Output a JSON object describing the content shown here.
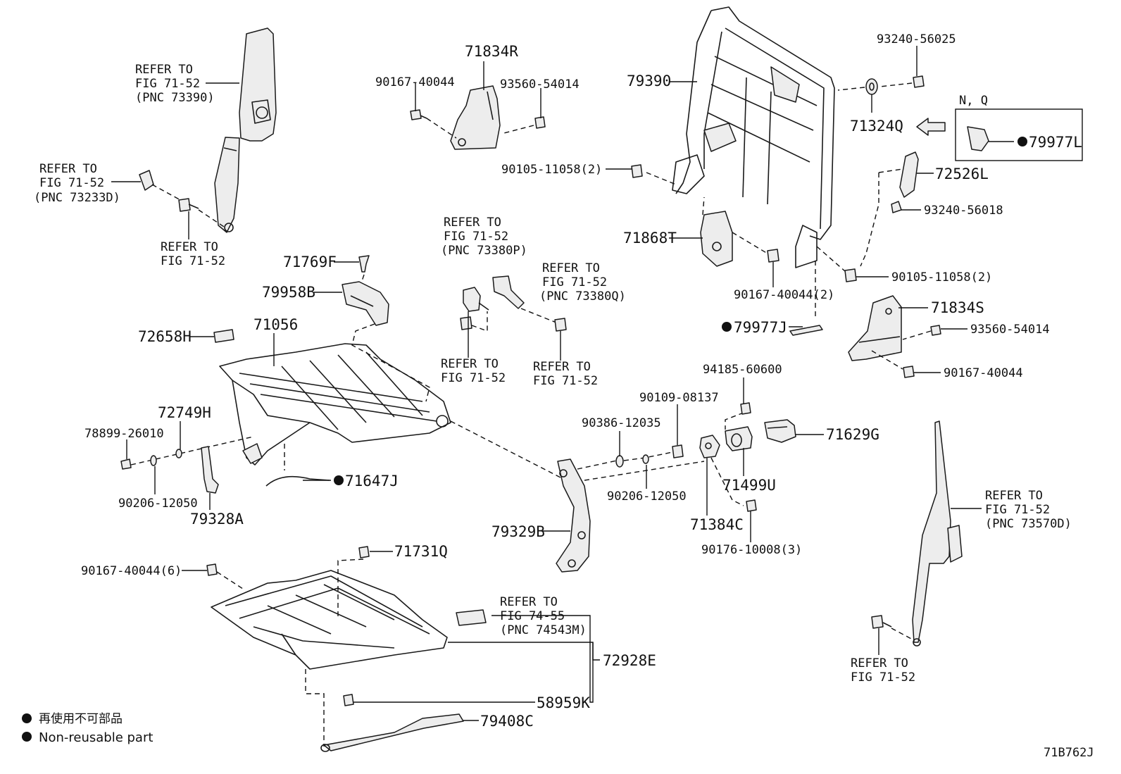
{
  "labels": {
    "refer_belt_top": [
      "REFER TO",
      "FIG 71-52",
      "(PNC 73390)"
    ],
    "refer_73233d": [
      "REFER TO",
      "FIG 71-52",
      "(PNC 73233D)"
    ],
    "refer_belt_bolt": [
      "REFER TO",
      "FIG 71-52"
    ],
    "refer_73380p": [
      "REFER TO",
      "FIG 71-52",
      "(PNC 73380P)"
    ],
    "refer_73380q": [
      "REFER TO",
      "FIG 71-52",
      "(PNC 73380Q)"
    ],
    "refer_buckle_bolt_l": [
      "REFER TO",
      "FIG 71-52"
    ],
    "refer_buckle_bolt_r": [
      "REFER TO",
      "FIG 71-52"
    ],
    "refer_74543m": [
      "REFER TO",
      "FIG 74-55",
      "(PNC 74543M)"
    ],
    "refer_73570d": [
      "REFER TO",
      "FIG 71-52",
      "(PNC 73570D)"
    ],
    "refer_right_bolt": [
      "REFER TO",
      "FIG 71-52"
    ],
    "nq_box_title": "N, Q",
    "p_71834R": "71834R",
    "p_90167_40044_a": "90167-40044",
    "p_93560_54014_a": "93560-54014",
    "p_79390": "79390",
    "p_93240_56025": "93240-56025",
    "p_71324Q": "71324Q",
    "p_79977L": "79977L",
    "p_72526L": "72526L",
    "p_93240_56018": "93240-56018",
    "p_90105_11058_a": "90105-11058(2)",
    "p_71868T": "71868T",
    "p_90105_11058_b": "90105-11058(2)",
    "p_90167_40044_2": "90167-40044(2)",
    "p_79977J": "79977J",
    "p_71834S": "71834S",
    "p_93560_54014_b": "93560-54014",
    "p_90167_40044_b": "90167-40044",
    "p_71769F": "71769F",
    "p_79958B": "79958B",
    "p_72658H": "72658H",
    "p_71056": "71056",
    "p_72749H": "72749H",
    "p_78899_26010": "78899-26010",
    "p_90206_12050_a": "90206-12050",
    "p_79328A": "79328A",
    "p_71647J": "71647J",
    "p_94185_60600": "94185-60600",
    "p_90109_08137": "90109-08137",
    "p_90386_12035": "90386-12035",
    "p_71629G": "71629G",
    "p_90206_12050_b": "90206-12050",
    "p_71499U": "71499U",
    "p_71384C": "71384C",
    "p_79329B": "79329B",
    "p_90176_10008": "90176-10008(3)",
    "p_71731Q": "71731Q",
    "p_90167_40044_6": "90167-40044(6)",
    "p_72928E": "72928E",
    "p_58959K": "58959K",
    "p_79408C": "79408C"
  },
  "legend": {
    "jp": "再使用不可部品",
    "en": "Non-reusable part"
  },
  "drawing_code": "71B762J"
}
